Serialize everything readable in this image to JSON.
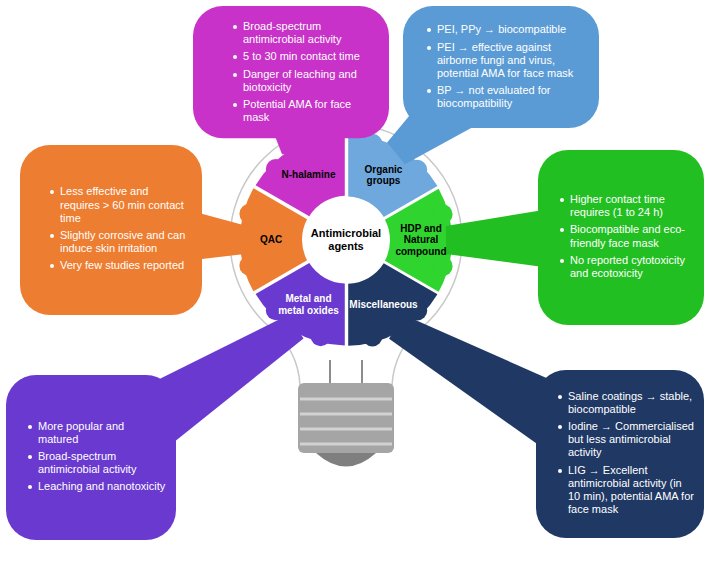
{
  "diagram": {
    "nodes": [
      {
        "text": [
          "Antimicrobial agents"
        ]
      },
      {
        "text": [
          "N-halamine"
        ]
      },
      {
        "text": [
          "Organic groups"
        ]
      },
      {
        "text": [
          "HDP and Natural compound"
        ]
      },
      {
        "text": [
          "Miscellaneous"
        ]
      },
      {
        "text": [
          "Metal and metal oxides"
        ]
      },
      {
        "text": [
          "QAC"
        ]
      },
      {
        "text": [
          "Broad-spectrum antimicrobial activity",
          "5 to 30 min contact time",
          "Danger of leaching and biotoxicity",
          "Potential AMA for face mask"
        ]
      },
      {
        "text": [
          "PEI, PPy → biocompatible",
          "PEI → effective against airborne fungi and virus, potential AMA for face mask",
          "BP → not evaluated for biocompatibility"
        ]
      },
      {
        "text": [
          "Less effective and requires > 60 min contact time",
          "Slightly corrosive and can induce skin irritation",
          "Very few studies reported"
        ]
      },
      {
        "text": [
          "Higher contact time requires (1 to 24 h)",
          "Biocompatible and eco-friendly face mask",
          "No reported cytotoxicity and ecotoxicity"
        ]
      },
      {
        "text": [
          "More popular and matured",
          "Broad-spectrum antimicrobial activity",
          "Leaching and nanotoxicity"
        ]
      },
      {
        "text": [
          "Saline coatings → stable, biocompatible",
          "Iodine → Commercialised but less antimicrobial activity",
          "LIG → Excellent antimicrobial activity (in 10 min), potential AMA for face mask"
        ]
      }
    ]
  }
}
